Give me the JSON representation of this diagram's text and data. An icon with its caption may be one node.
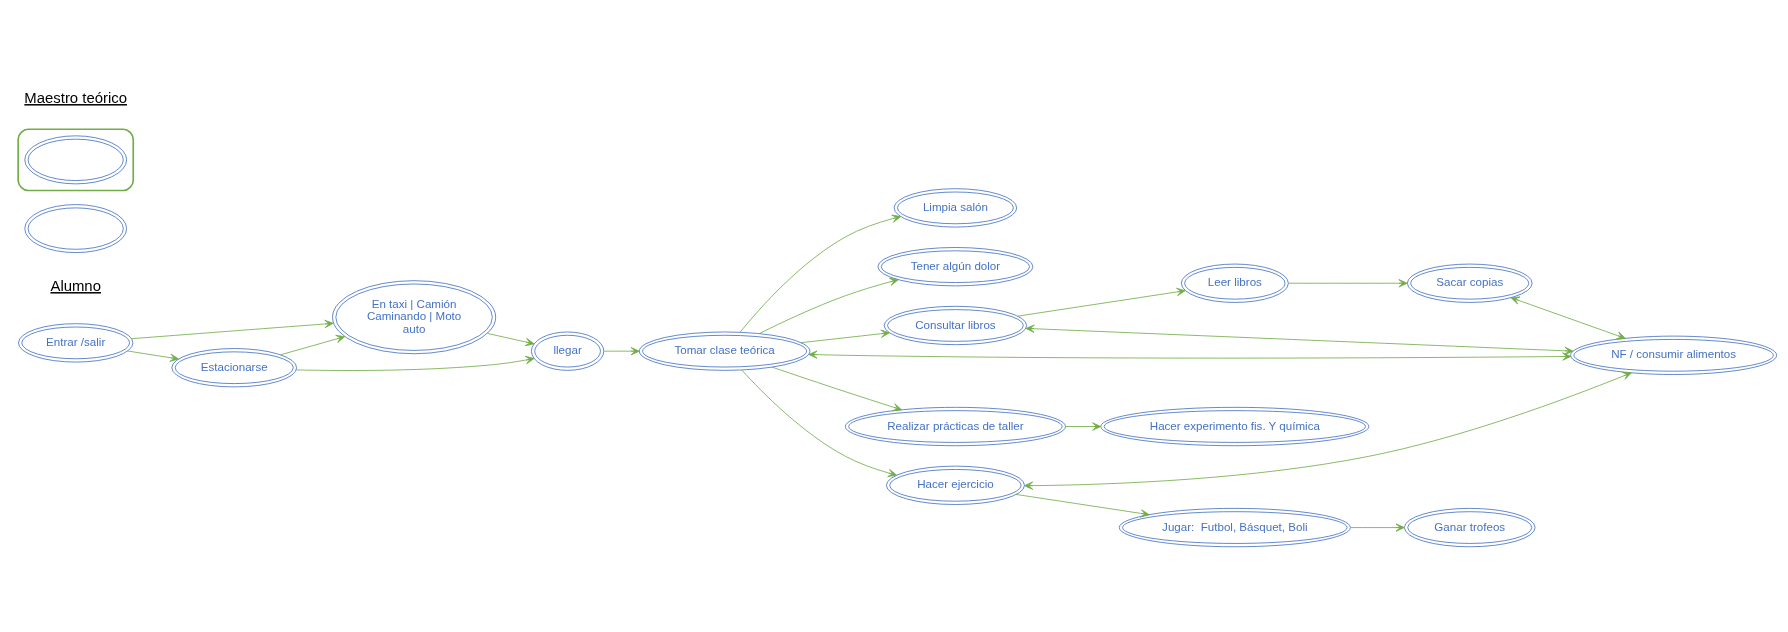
{
  "diagram": {
    "nodes": [
      {
        "text": [
          "Entrar /salir"
        ]
      },
      {
        "text": [
          "En taxi | Camión",
          "Caminando | Moto",
          "auto"
        ]
      },
      {
        "text": [
          "Estacionarse"
        ]
      },
      {
        "text": [
          "llegar"
        ]
      },
      {
        "text": [
          "Tomar clase teórica"
        ]
      },
      {
        "text": [
          "Limpia salón"
        ]
      },
      {
        "text": [
          "Tener algún dolor"
        ]
      },
      {
        "text": [
          "Consultar libros"
        ]
      },
      {
        "text": [
          "Leer libros"
        ]
      },
      {
        "text": [
          "Sacar copias"
        ]
      },
      {
        "text": [
          "NF / consumir alimentos"
        ]
      },
      {
        "text": [
          "Realizar prácticas de taller"
        ]
      },
      {
        "text": [
          "Hacer experimento fis. Y química"
        ]
      },
      {
        "text": [
          "Hacer ejercicio"
        ]
      },
      {
        "text": [
          "Jugar:  Futbol, Básquet, Boli"
        ]
      },
      {
        "text": [
          "Ganar trofeos"
        ]
      },
      {
        "text": [],
        "shape": "ellipse"
      },
      {
        "text": [],
        "shape": "ellipse"
      },
      {
        "text": [],
        "shape": "ellipse",
        "in": 17
      }
    ],
    "edges": [
      {
        "from": 0,
        "to": 1,
        "arrow": "to"
      },
      {
        "from": 0,
        "to": 2,
        "arrow": "to"
      },
      {
        "from": 2,
        "to": 1,
        "arrow": "to"
      },
      {
        "from": 2,
        "to": 3,
        "arrow": "to"
      },
      {
        "from": 1,
        "to": 3,
        "arrow": "to"
      },
      {
        "from": 3,
        "to": 4,
        "arrow": "to"
      },
      {
        "from": 4,
        "to": 5,
        "arrow": "to"
      },
      {
        "from": 4,
        "to": 6,
        "arrow": "to"
      },
      {
        "from": 4,
        "to": 7,
        "arrow": "to"
      },
      {
        "from": 4,
        "to": 10,
        "arrow": "both"
      },
      {
        "from": 4,
        "to": 11,
        "arrow": "to"
      },
      {
        "from": 4,
        "to": 13,
        "arrow": "to"
      },
      {
        "from": 7,
        "to": 8,
        "arrow": "to"
      },
      {
        "from": 8,
        "to": 9,
        "arrow": "to"
      },
      {
        "from": 7,
        "to": 10,
        "arrow": "both"
      },
      {
        "from": 9,
        "to": 10,
        "arrow": "both"
      },
      {
        "from": 13,
        "to": 10,
        "arrow": "both"
      },
      {
        "from": 13,
        "to": 14,
        "arrow": "to"
      },
      {
        "from": 14,
        "to": 15,
        "arrow": "to"
      },
      {
        "from": 11,
        "to": 12,
        "arrow": "to"
      }
    ],
    "labels": [
      "Alumno",
      "Maestro teórico"
    ]
  }
}
